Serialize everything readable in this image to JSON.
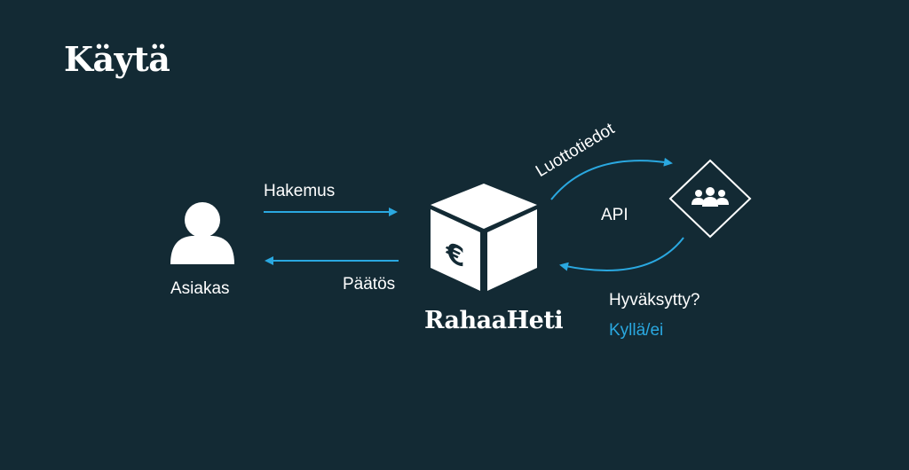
{
  "title": "Käytä",
  "customer": {
    "label": "Asiakas",
    "icon": "user-icon"
  },
  "flows": {
    "application": "Hakemus",
    "decision": "Päätös",
    "credit_info": "Luottotiedot",
    "api": "API",
    "approved_question": "Hyväksytty?",
    "approved_answer": "Kyllä/ei"
  },
  "service": {
    "name": "RahaaHeti",
    "icon": "euro-box-icon",
    "currency_symbol": "€"
  },
  "provider": {
    "icon": "group-icon"
  },
  "colors": {
    "background": "#132a34",
    "accent": "#2aa8e0",
    "foreground": "#ffffff"
  }
}
